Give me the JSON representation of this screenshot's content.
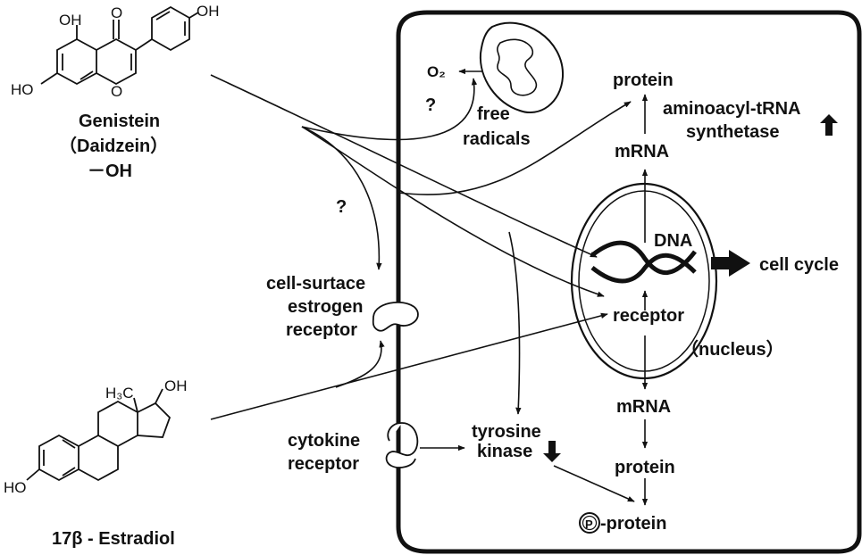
{
  "molecules": {
    "genistein": {
      "name": "Genistein",
      "alt": "（Daidzein）",
      "note": "－OH",
      "atoms": {
        "oh_top": "OH",
        "keto_o": "O",
        "oh_right": "OH",
        "ho_left": "HO",
        "ring_o": "O"
      }
    },
    "estradiol": {
      "name": "17β - Estradiol",
      "atoms": {
        "oh": "OH",
        "methyl": "H₃C",
        "ho": "HO"
      }
    }
  },
  "labels": {
    "o2": "O₂",
    "free_radicals_1": "free",
    "free_radicals_2": "radicals",
    "question_1": "?",
    "question_2": "?",
    "protein_top": "protein",
    "aminoacyl_1": "aminoacyl-tRNA",
    "aminoacyl_2": "synthetase",
    "mrna_top": "mRNA",
    "dna": "DNA",
    "cell_cycle": "cell cycle",
    "receptor": "receptor",
    "nucleus": "（nucleus）",
    "cell_surface_1": "cell-surtace",
    "cell_surface_2": "estrogen",
    "cell_surface_3": "receptor",
    "mrna_bottom": "mRNA",
    "protein_bottom": "protein",
    "p_symbol": "P",
    "p_protein": "-protein",
    "cytokine_1": "cytokine",
    "cytokine_2": "receptor",
    "tyrosine_1": "tyrosine",
    "tyrosine_2": "kinase"
  },
  "colors": {
    "ink": "#111111",
    "background": "#ffffff"
  }
}
